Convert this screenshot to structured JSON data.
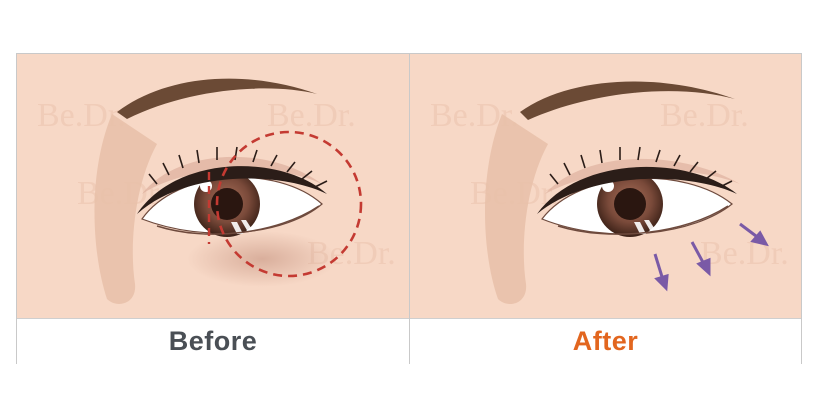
{
  "panels": {
    "before": {
      "label": "Before"
    },
    "after": {
      "label": "After"
    }
  },
  "watermark": {
    "text": "Be.Dr."
  },
  "colors": {
    "skin": "#f7d8c6",
    "shadow": "#e8bfa8",
    "brow": "#6b4a35",
    "iris": "#7a4a3a",
    "pupil": "#2a1610",
    "dashed_circle": "#c43a32",
    "arrows": "#7a5aa6",
    "before_label": "#4a4f55",
    "after_label": "#e2661f"
  }
}
